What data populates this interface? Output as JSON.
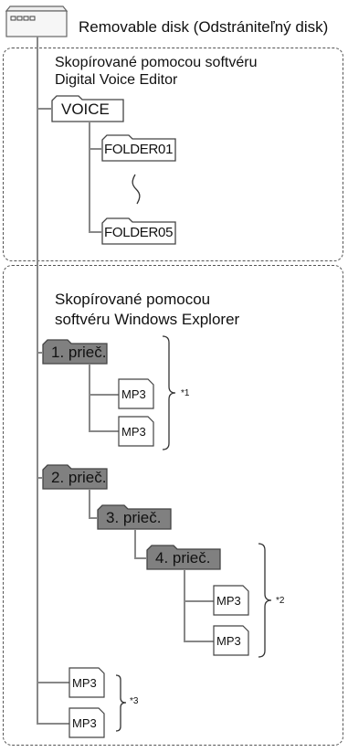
{
  "root": {
    "label": "Removable disk (Odstrániteľný disk)",
    "icon": "removable-disk-icon"
  },
  "group1": {
    "caption_line1": "Skopírované pomocou softvéru",
    "caption_line2": "Digital Voice Editor",
    "voice_folder": "VOICE",
    "subfolder_first": "FOLDER01",
    "subfolder_last": "FOLDER05",
    "ellipsis_icon": "wavy-continuation-icon"
  },
  "group2": {
    "caption_line1": "Skopírované pomocou",
    "caption_line2": "softvéru Windows Explorer",
    "folder1": "1. prieč.",
    "folder2": "2. prieč.",
    "folder3": "3. prieč.",
    "folder4": "4. prieč.",
    "file_label": "MP3",
    "note1": "*1",
    "note2": "*2",
    "note3": "*3"
  },
  "colors": {
    "line": "#888888",
    "folder_fill_gray": "#808080",
    "border": "#555555"
  }
}
